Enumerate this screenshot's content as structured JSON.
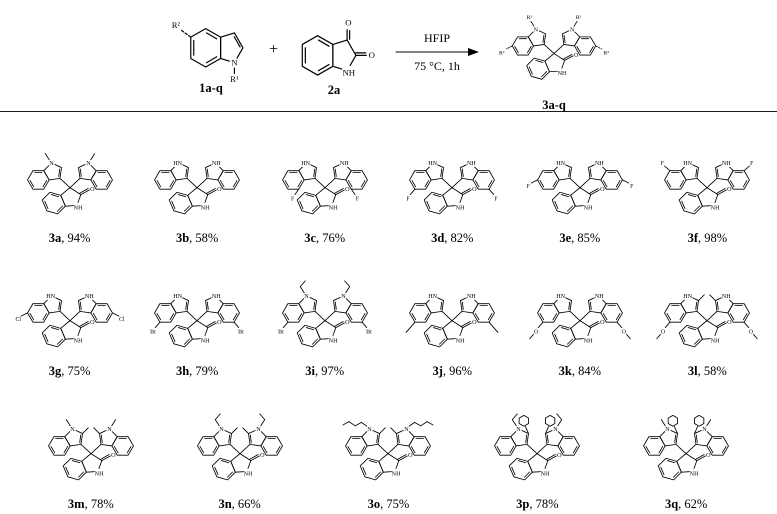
{
  "scheme": {
    "reactant1": {
      "label": "1a-q",
      "r1": "R¹",
      "r2": "R²"
    },
    "plus": "+",
    "reactant2": {
      "label": "2a"
    },
    "conditions": {
      "solvent": "HFIP",
      "temperature": "75 °C, 1h"
    },
    "product": {
      "label": "3a-q",
      "r1": "R¹",
      "r2": "R²"
    }
  },
  "atoms": {
    "N": "N",
    "NH": "NH",
    "HN": "HN",
    "O": "O"
  },
  "grid_rows": [
    6,
    6,
    5
  ],
  "compounds": [
    {
      "label": "3a",
      "yield": "94%",
      "n_sub": "Me",
      "ring_sub": "",
      "ring_pos": "",
      "c2_sub": ""
    },
    {
      "label": "3b",
      "yield": "58%",
      "n_sub": "H",
      "ring_sub": "",
      "ring_pos": "",
      "c2_sub": ""
    },
    {
      "label": "3c",
      "yield": "76%",
      "n_sub": "H",
      "ring_sub": "F",
      "ring_pos": "4",
      "c2_sub": ""
    },
    {
      "label": "3d",
      "yield": "82%",
      "n_sub": "H",
      "ring_sub": "F",
      "ring_pos": "5",
      "c2_sub": ""
    },
    {
      "label": "3e",
      "yield": "85%",
      "n_sub": "H",
      "ring_sub": "F",
      "ring_pos": "6",
      "c2_sub": ""
    },
    {
      "label": "3f",
      "yield": "98%",
      "n_sub": "H",
      "ring_sub": "F",
      "ring_pos": "7",
      "c2_sub": ""
    },
    {
      "label": "3g",
      "yield": "75%",
      "n_sub": "H",
      "ring_sub": "Cl",
      "ring_pos": "6",
      "c2_sub": ""
    },
    {
      "label": "3h",
      "yield": "79%",
      "n_sub": "H",
      "ring_sub": "Br",
      "ring_pos": "5",
      "c2_sub": ""
    },
    {
      "label": "3i",
      "yield": "97%",
      "n_sub": "Et",
      "ring_sub": "Br",
      "ring_pos": "5",
      "c2_sub": ""
    },
    {
      "label": "3j",
      "yield": "96%",
      "n_sub": "H",
      "ring_sub": "Me",
      "ring_pos": "5",
      "c2_sub": ""
    },
    {
      "label": "3k",
      "yield": "84%",
      "n_sub": "H",
      "ring_sub": "OMe",
      "ring_pos": "5",
      "c2_sub": ""
    },
    {
      "label": "3l",
      "yield": "58%",
      "n_sub": "H",
      "ring_sub": "OMe",
      "ring_pos": "5",
      "c2_sub": "Me"
    },
    {
      "label": "3m",
      "yield": "78%",
      "n_sub": "Me",
      "ring_sub": "",
      "ring_pos": "",
      "c2_sub": "Me"
    },
    {
      "label": "3n",
      "yield": "66%",
      "n_sub": "Et",
      "ring_sub": "",
      "ring_pos": "",
      "c2_sub": "Me"
    },
    {
      "label": "3o",
      "yield": "75%",
      "n_sub": "Bu",
      "ring_sub": "",
      "ring_pos": "",
      "c2_sub": "Me"
    },
    {
      "label": "3p",
      "yield": "78%",
      "n_sub": "Et",
      "ring_sub": "",
      "ring_pos": "",
      "c2_sub": "Ph"
    },
    {
      "label": "3q",
      "yield": "62%",
      "n_sub": "Me",
      "ring_sub": "",
      "ring_pos": "",
      "c2_sub": "Ph"
    }
  ]
}
